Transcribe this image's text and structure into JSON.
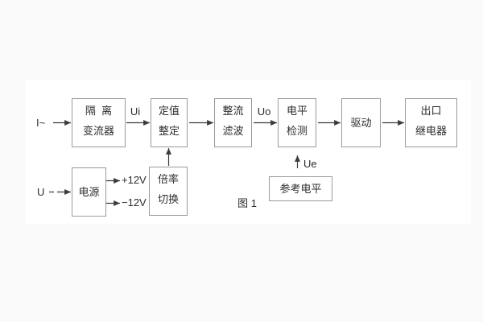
{
  "figure": {
    "caption": "图 1"
  },
  "colors": {
    "page_bg": "#fafafa",
    "canvas": "#ffffff",
    "border": "#9a9a9a",
    "ink": "#2d2d2d",
    "line": "#3a3a3a"
  },
  "inputs": {
    "current": "I~",
    "voltage": "U"
  },
  "blocks": {
    "isolation": {
      "line1": "隔  离",
      "line2": "变流器"
    },
    "setting": {
      "line1": "定值",
      "line2": "整定"
    },
    "rectify": {
      "line1": "整流",
      "line2": "滤波"
    },
    "level": {
      "line1": "电平",
      "line2": "检测"
    },
    "drive": {
      "label": "驱动"
    },
    "relay": {
      "line1": "出口",
      "line2": "继电器"
    },
    "power": {
      "label": "电源"
    },
    "ratio": {
      "line1": "倍率",
      "line2": "切换"
    },
    "reference": {
      "label": "参考电平"
    }
  },
  "signals": {
    "ui": "Ui",
    "uo": "Uo",
    "ue": "Ue",
    "plus_rail": "+12V",
    "minus_rail": "−12V"
  }
}
